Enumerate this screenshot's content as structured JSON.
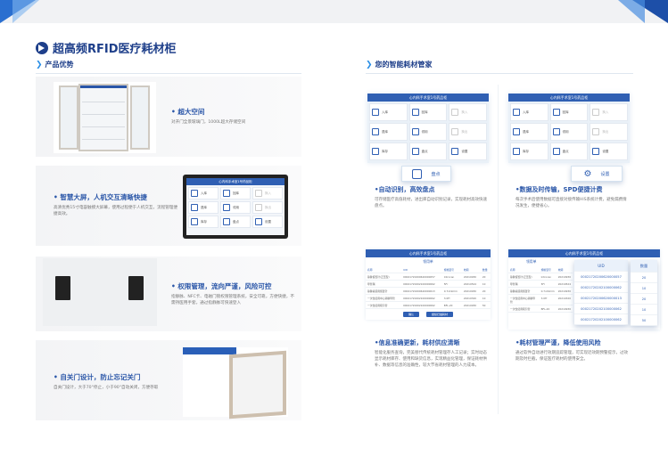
{
  "title": "超高频RFID医疗耗材柜",
  "left_section": "产品优势",
  "right_section": "您的智能耗材管家",
  "features": [
    {
      "title": "• 超大空间",
      "desc": "对开门全景玻璃门，1000L超大存储空间"
    },
    {
      "title": "• 智慧大屏，人机交互清晰快捷",
      "desc": "高清优秀15寸电容触摸大屏幕，使用过程便于人机交互，流程管理便捷高效。"
    },
    {
      "title": "• 权限管理，流向严谨，风险可控",
      "desc": "指静脉、NFC卡、电磁门锁权限管理系统，安全可靠，方便快捷，不需持医用手套，通过指静脉可快速登入"
    },
    {
      "title": "• 自关门设计，防止忘记关门",
      "desc": "自关门设计，大于70°停止，小于90°自动关闭，方便存取"
    }
  ],
  "screen": {
    "header": "心内科手术室1号药品柜",
    "tiles": [
      {
        "label": "入库",
        "disabled": false
      },
      {
        "label": "回库",
        "disabled": false
      },
      {
        "label": "换入",
        "disabled": true
      },
      {
        "label": "退库",
        "disabled": false
      },
      {
        "label": "领用",
        "disabled": false
      },
      {
        "label": "换出",
        "disabled": true
      },
      {
        "label": "库存",
        "disabled": false
      },
      {
        "label": "盘点",
        "disabled": false
      },
      {
        "label": "设置",
        "disabled": false
      }
    ],
    "popup_a": "盘点",
    "popup_b": "设置"
  },
  "benefits": [
    {
      "title": "•自动识别，高效盘点",
      "desc": "可存储医疗高值耗材，进出库自动识别记录，实现耗材高效快速盘点。"
    },
    {
      "title": "•数据及时传输，SPD便捷计费",
      "desc": "每次手术后使用数据可直接对接传输HIS系统计费，避免漏费情况发生，便捷省心。"
    },
    {
      "title": "•信息准确更新，耗材供应清晰",
      "desc": "智能化服务查询，完美替代传统耗材管理存人工记录；实时动态显示耗材库存、使用和缺货信息，实现精益化管理，保证耗材供补、数据等信息的准确性，较大节省耗材管理的人力成本。"
    },
    {
      "title": "•耗材管理严谨，降低使用风险",
      "desc": "通过软件自动进行效期追踪管理，可实现近效期预警提示，过效期及时拦截，保证医疗耗材的使用安全。"
    }
  ],
  "table": {
    "sub": "领用单",
    "columns": [
      "名称",
      "UID",
      "规格型号",
      "效期",
      "数量"
    ],
    "rows": [
      [
        "静脉留置针(正压型)",
        "00021720200620000057",
        "Introcan",
        "20210930",
        "20"
      ],
      [
        "导管鞘",
        "00021720202100000062",
        "5Fr",
        "20210524",
        "10"
      ],
      [
        "静脉输液用留置针",
        "00021720200620000013",
        "0.7x19mm",
        "20210930",
        "20"
      ],
      [
        "一次性使用中心静脉导管",
        "00021720202100000062",
        "3.0Fr",
        "20210320",
        "10"
      ],
      [
        "一次性使用吸引管",
        "00021720202100000062",
        "BFL-20",
        "20210930",
        "50"
      ]
    ],
    "btn1": "确认",
    "btn2": "继续扫描耗材"
  },
  "colors": {
    "brand": "#1e3f8a",
    "accent": "#2f5fb3"
  }
}
